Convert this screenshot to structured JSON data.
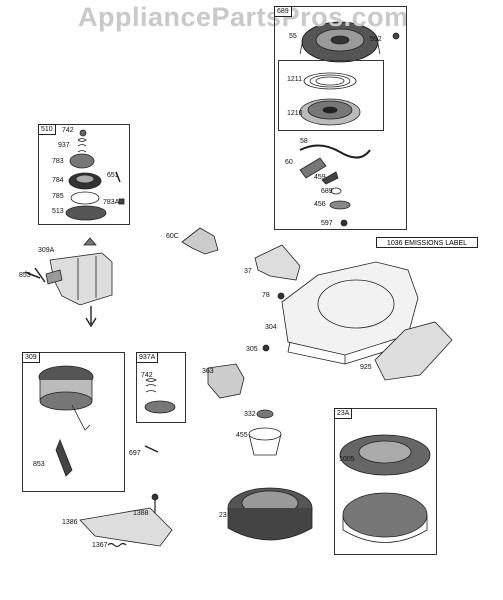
{
  "watermark": "AppliancePartsPros.com",
  "emissions_label": "1036 EMISSIONS LABEL",
  "boxes": {
    "b689": "689",
    "b510": "510",
    "b309": "309",
    "b937a": "937A",
    "b23a": "23A"
  },
  "labels": {
    "p55": "55",
    "p592": "592",
    "p1211": "1211",
    "p1210": "1210",
    "p58": "58",
    "p60": "60",
    "p459": "459",
    "p689": "689",
    "p456": "456",
    "p597": "597",
    "p742": "742",
    "p937": "937",
    "p783": "783",
    "p651": "651",
    "p784": "784",
    "p785": "785",
    "p783a": "783A",
    "p513": "513",
    "p309a": "309A",
    "p853a": "853",
    "p60c": "60C",
    "p37": "37",
    "p78": "78",
    "p304": "304",
    "p305": "305",
    "p925": "925",
    "p363": "363",
    "p742b": "742",
    "p853b": "853",
    "p697": "697",
    "p332": "332",
    "p455": "455",
    "p1005": "1005",
    "p23": "23",
    "p1386": "1386",
    "p1388": "1388",
    "p1367": "1367"
  }
}
